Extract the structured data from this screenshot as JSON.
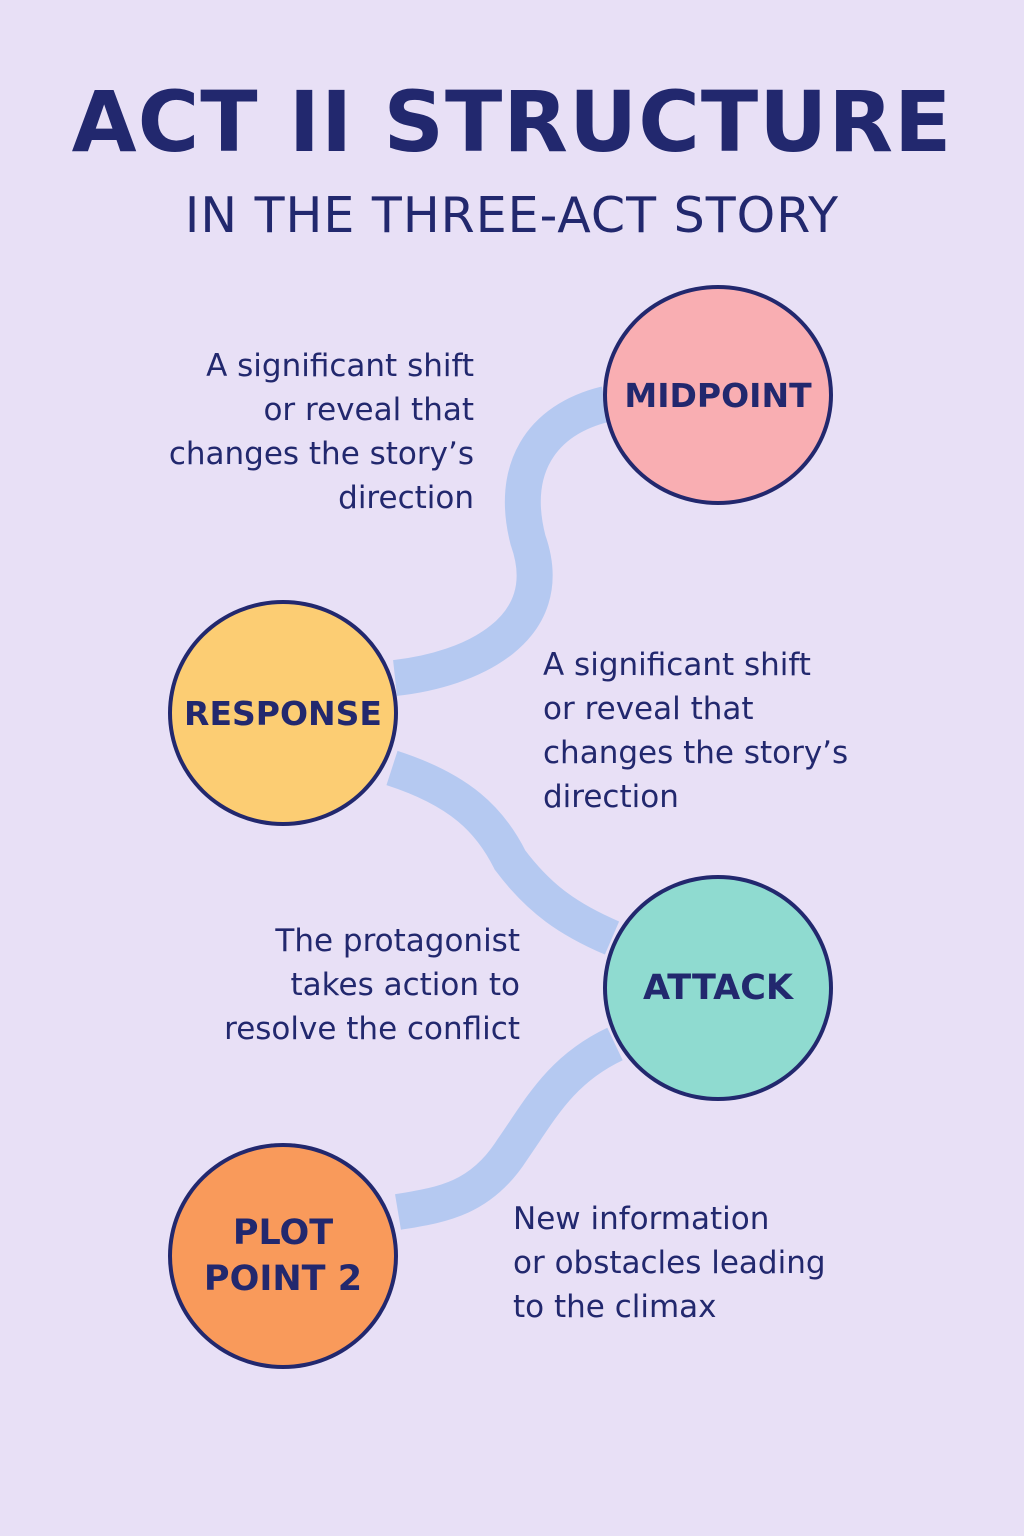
{
  "header": {
    "title": "ACT II STRUCTURE",
    "subtitle": "IN THE THREE-ACT STORY"
  },
  "colors": {
    "background": "#e8e0f6",
    "text": "#22286e",
    "path": "#b5c9f1",
    "midpoint": "#f9aeb2",
    "response": "#fccd73",
    "attack": "#8fdbd0",
    "plot_point_2": "#f99a5b"
  },
  "nodes": {
    "midpoint": {
      "label": "MIDPOINT",
      "description": "A significant shift\nor reveal that\nchanges the story’s\ndirection"
    },
    "response": {
      "label": "RESPONSE",
      "description": "A significant shift\nor reveal that\nchanges the story’s\ndirection"
    },
    "attack": {
      "label": "ATTACK",
      "description": "The protagonist\ntakes action to\nresolve the conflict"
    },
    "plot_point_2": {
      "label_line1": "PLOT",
      "label_line2": "POINT 2",
      "description": "New information\nor obstacles leading\nto the climax"
    }
  }
}
